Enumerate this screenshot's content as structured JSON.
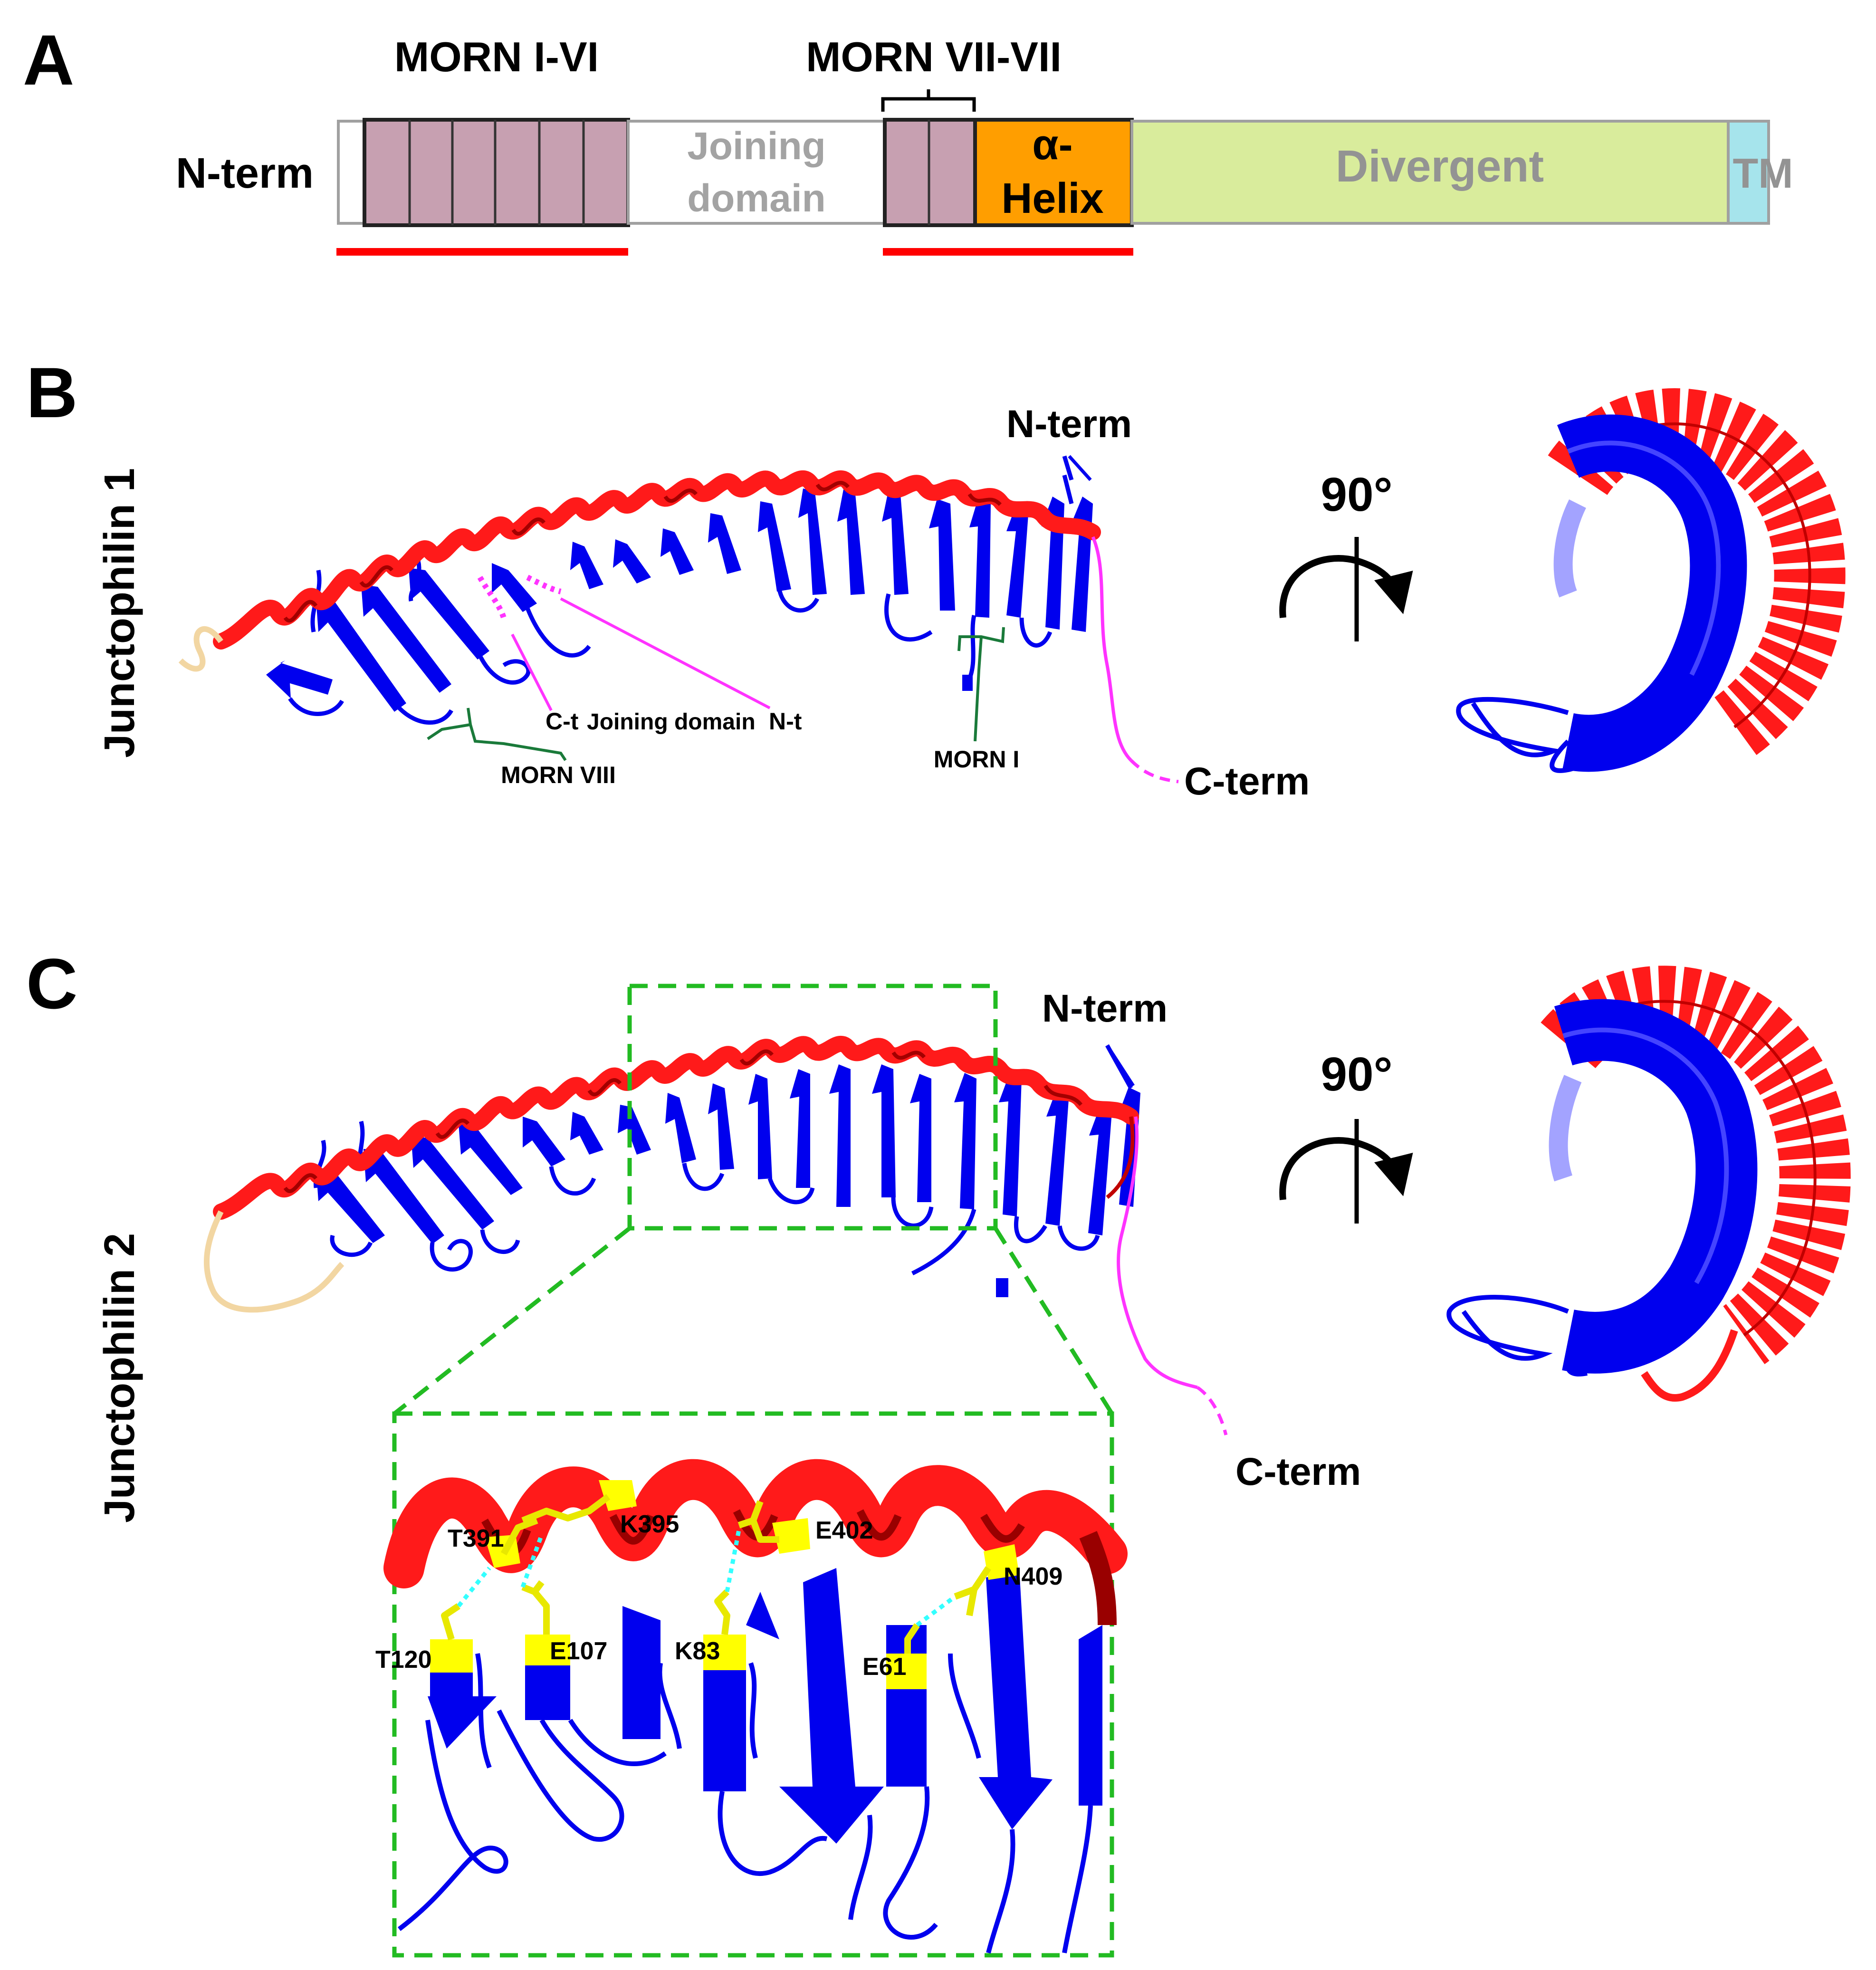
{
  "panel_a": {
    "letter": "A",
    "morn_i_vi_label": "MORN I-VI",
    "morn_vii_label": "MORN VII-VII",
    "nterm_label": "N-term",
    "joining_line1": "Joining",
    "joining_line2": "domain",
    "helix_line1": "α-",
    "helix_line2": "Helix",
    "divergent_label": "Divergent",
    "tm_label": "TM",
    "colors": {
      "morn": "#c7a0b1",
      "helix": "#ff9e00",
      "divergent": "#d9ec9c",
      "tm": "#a6e4ec",
      "joining_text": "#a3a3a3",
      "divergent_text": "#939393",
      "underline": "#ff0000"
    }
  },
  "panel_b": {
    "letter": "B",
    "side_label": "Junctophilin 1",
    "nterm_label": "N-term",
    "cterm_label": "C-term",
    "rotation_label": "90°",
    "morn_viii_label": "MORN VIII",
    "morn_i_label": "MORN I",
    "ct_label": "C-t",
    "joining_label": "Joining domain",
    "nt_label": "N-t"
  },
  "panel_c": {
    "letter": "C",
    "side_label": "Junctophilin 2",
    "nterm_label": "N-term",
    "cterm_label": "C-term",
    "rotation_label": "90°",
    "residues": {
      "t391": "T391",
      "k395": "K395",
      "e402": "E402",
      "n409": "N409",
      "t120": "T120",
      "e107": "E107",
      "k83": "K83",
      "e61": "E61"
    }
  },
  "structure_colors": {
    "helix": "#ff1a1a",
    "strand": "#0000ee",
    "cterm_tail": "#ff33ff",
    "linker": "#f2d6a2",
    "highlight": "#ffff00",
    "hbond": "#33ffff",
    "zoom_box": "#22bb22",
    "morn_bracket": "#1a7a3a"
  }
}
